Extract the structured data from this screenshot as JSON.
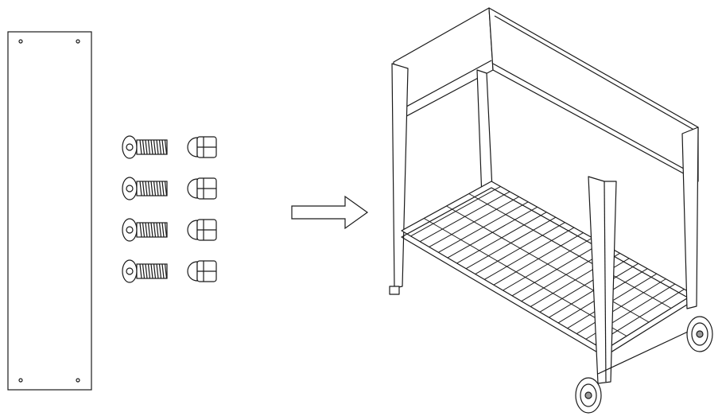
{
  "colors": {
    "line": "#1a1a1a",
    "background": "#ffffff",
    "fill": "#ffffff",
    "shade": "#9a9a9a"
  },
  "icons": [
    "side-panel",
    "bolt",
    "cap-nut",
    "arrow-right",
    "assembled-cart"
  ],
  "parts": {
    "bolt_count": 4,
    "nut_count": 4
  }
}
